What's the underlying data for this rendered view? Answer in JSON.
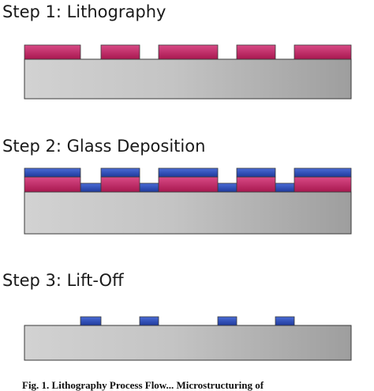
{
  "steps": [
    {
      "title": "Step 1: Lithography"
    },
    {
      "title": "Step 2: Glass Deposition"
    },
    {
      "title": "Step 3: Lift-Off"
    }
  ],
  "caption": "Fig. 1. Lithography Process Flow... Microstructuring of",
  "colors": {
    "substrate_light": "#d2d2d2",
    "substrate_dark": "#9e9e9e",
    "photoresist_light": "#d84a86",
    "photoresist_dark": "#a8184f",
    "glass_light": "#4a6cd6",
    "glass_dark": "#1f3a9c",
    "outline": "#3a3a3a"
  }
}
